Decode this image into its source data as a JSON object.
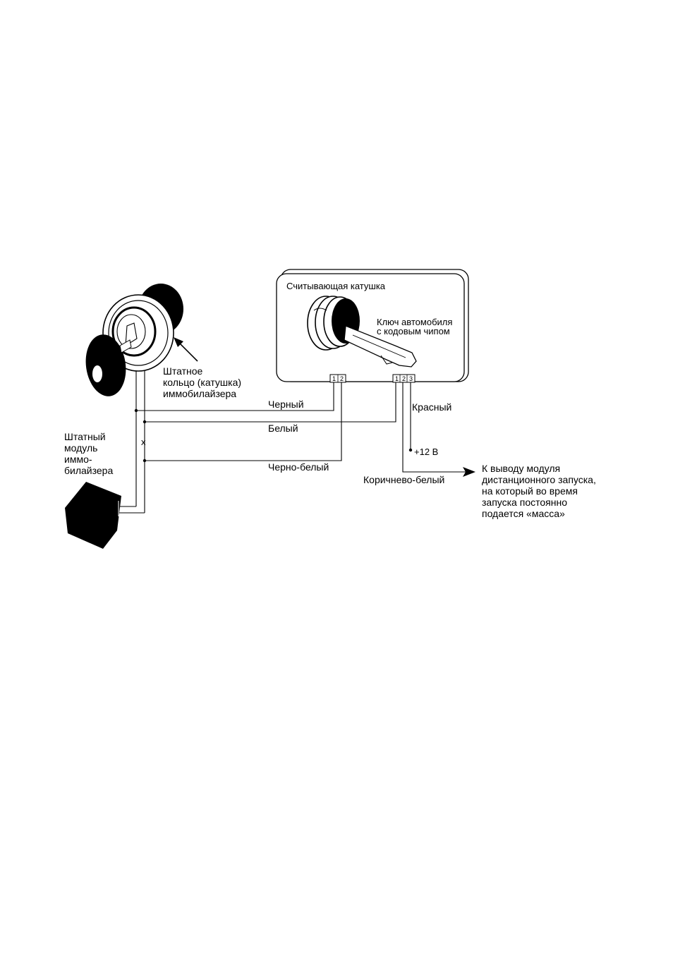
{
  "labels": {
    "reader_coil": "Считывающая катушка",
    "car_key_line1": "Ключ автомобиля",
    "car_key_line2": "с кодовым чипом",
    "ring_line1": "Штатное",
    "ring_line2": "кольцо (катушка)",
    "ring_line3": "иммобилайзера",
    "module_line1": "Штатный",
    "module_line2": "модуль",
    "module_line3": "иммо-",
    "module_line4": "билайзера",
    "cut_mark": "x",
    "plus12": "+12 В",
    "output_line1": "К выводу модуля",
    "output_line2": "дистанционного запуска,",
    "output_line3": "на который во время",
    "output_line4": "запуска постоянно",
    "output_line5": "подается «масса»"
  },
  "wires": {
    "black": "Черный",
    "white": "Белый",
    "black_white": "Черно-белый",
    "red": "Красный",
    "brown_white": "Коричнево-белый"
  },
  "connectors": {
    "left": [
      "1",
      "2"
    ],
    "right": [
      "1",
      "2",
      "3"
    ]
  }
}
